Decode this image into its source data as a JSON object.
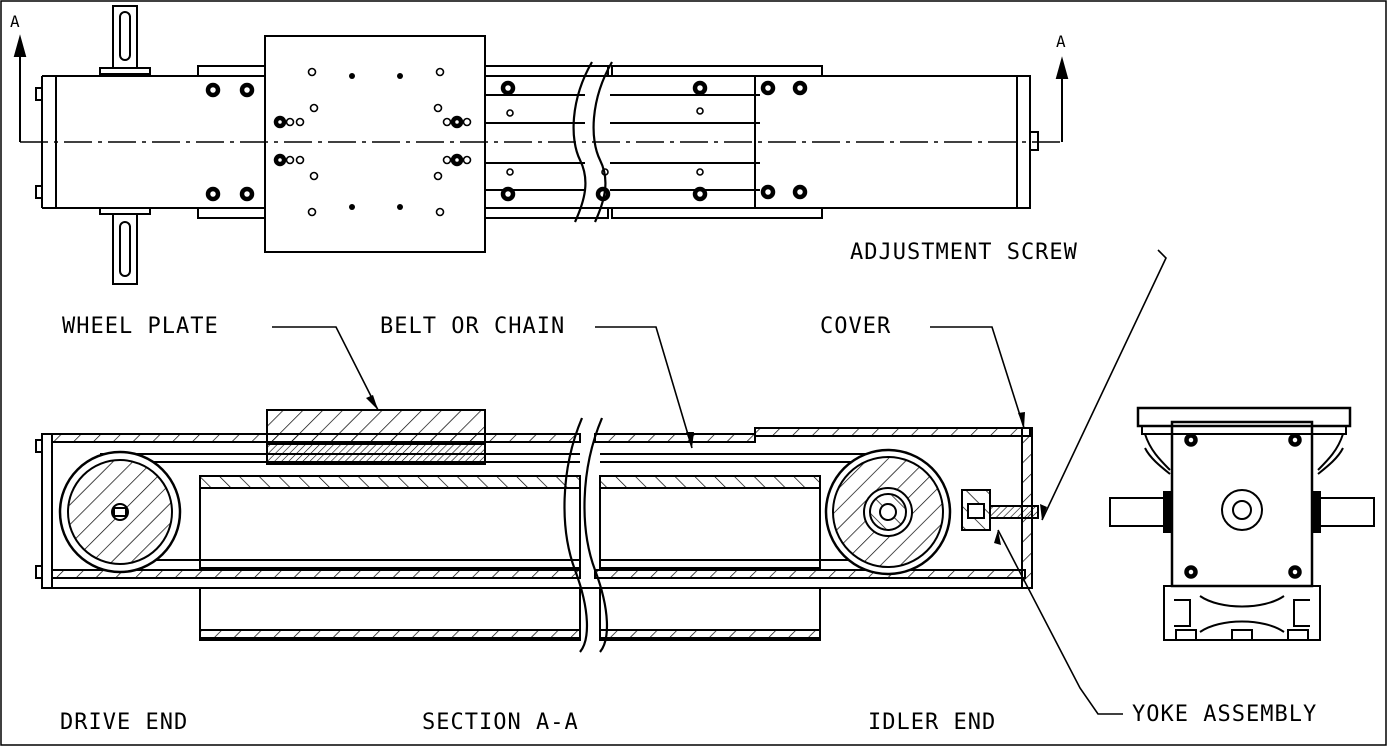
{
  "section_marks": {
    "left": "A",
    "right": "A"
  },
  "callouts": {
    "adjustment_screw": "ADJUSTMENT SCREW",
    "wheel_plate": "WHEEL PLATE",
    "belt_or_chain": "BELT OR CHAIN",
    "cover": "COVER",
    "yoke_assembly": "YOKE ASSEMBLY"
  },
  "view_titles": {
    "drive_end": "DRIVE END",
    "section": "SECTION A-A",
    "idler_end": "IDLER END"
  },
  "colors": {
    "line": "#000000",
    "background": "#ffffff"
  }
}
